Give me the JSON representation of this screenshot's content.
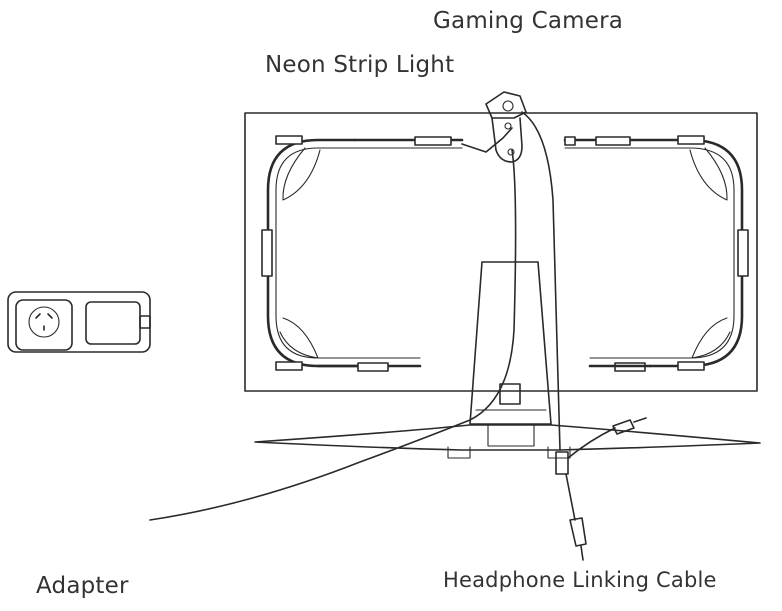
{
  "labels": {
    "gaming_camera": "Gaming Camera",
    "neon_strip_light": "Neon Strip Light",
    "adapter": "Adapter",
    "headphone_linking_cable": "Headphone Linking Cable"
  },
  "colors": {
    "line": "#2a2a2a",
    "text": "#333333",
    "background": "#ffffff"
  }
}
